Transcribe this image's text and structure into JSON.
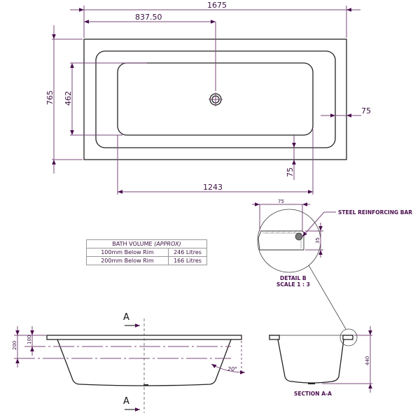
{
  "plan_view": {
    "overall_length": "1675",
    "half_length": "837.50",
    "overall_width": "765",
    "basin_width": "462",
    "rim_side": "75",
    "rim_end": "75",
    "basin_length": "1243"
  },
  "volume_table": {
    "title": "BATH VOLUME",
    "title_note": "(APPROX)",
    "rows": [
      {
        "level": "100mm Below Rim",
        "volume": "246 Litres"
      },
      {
        "level": "200mm Below Rim",
        "volume": "166 Litres"
      }
    ]
  },
  "detail_b": {
    "width": "75",
    "height": "35",
    "callout": "STEEL REINFORCING BAR",
    "title": "DETAIL B",
    "scale": "SCALE 1 : 3"
  },
  "side_elevation": {
    "level_1": "100",
    "level_2": "200",
    "angle": "20°",
    "section_mark_top": "A",
    "section_mark_bottom": "A"
  },
  "section_aa": {
    "depth": "440",
    "title": "SECTION A-A"
  },
  "colors": {
    "dimension": "#7a4a7a",
    "text": "#3a1040",
    "outline": "#222222"
  }
}
